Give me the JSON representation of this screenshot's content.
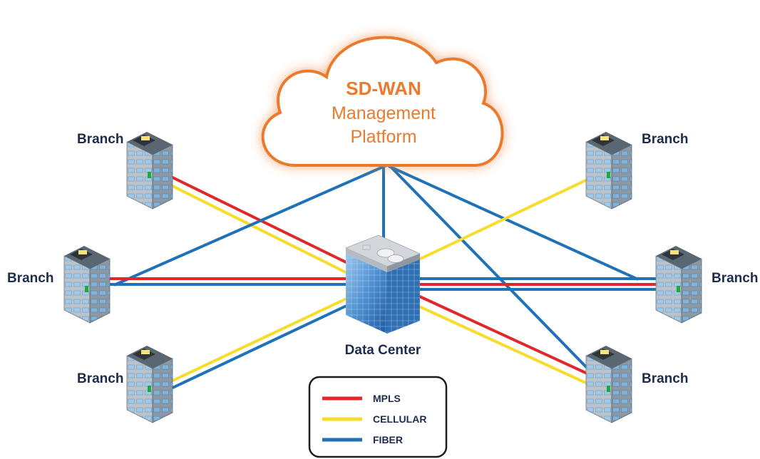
{
  "cloud": {
    "title": "SD-WAN",
    "line1": "Management",
    "line2": "Platform"
  },
  "data_center": {
    "label": "Data Center"
  },
  "branches": {
    "top_left": "Branch",
    "mid_left": "Branch",
    "bottom_left": "Branch",
    "top_right": "Branch",
    "mid_right": "Branch",
    "bottom_right": "Branch"
  },
  "legend": {
    "items": [
      {
        "label": "MPLS",
        "color": "#e0282c"
      },
      {
        "label": "CELLULAR",
        "color": "#f7dc2b"
      },
      {
        "label": "FIBER",
        "color": "#1f72b8"
      }
    ]
  },
  "colors": {
    "mpls": "#e0282c",
    "cellular": "#f7dc2b",
    "fiber": "#1f72b8",
    "cloud_accent": "#ea7a2d",
    "label_text": "#1d2c4c"
  }
}
